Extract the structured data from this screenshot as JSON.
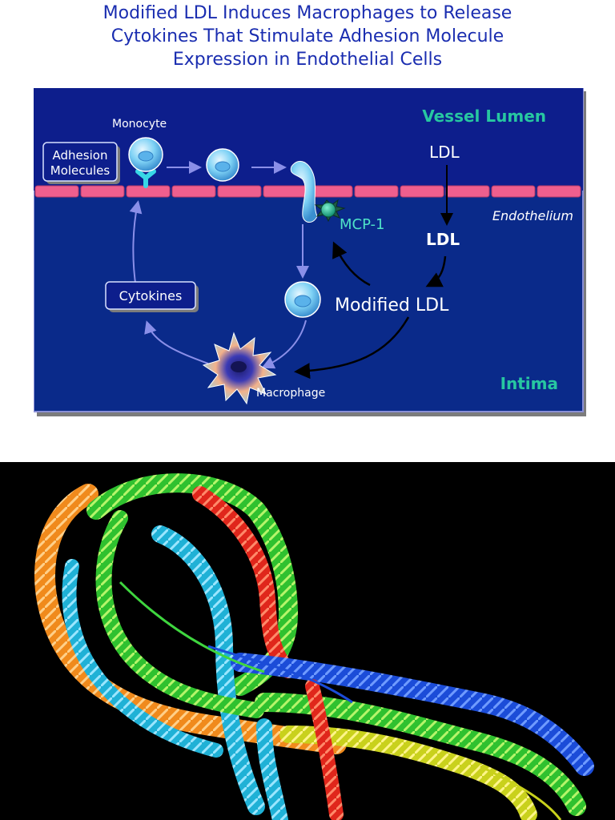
{
  "title": "Modified LDL Induces Macrophages to Release\nCytokines That Stimulate Adhesion Molecule\nExpression in Endothelial Cells",
  "diagram": {
    "region_lumen": "Vessel Lumen",
    "region_intima": "Intima",
    "endothelium_label": "Endothelium",
    "monocyte_label": "Monocyte",
    "adhesion_label_line1": "Adhesion",
    "adhesion_label_line2": "Molecules",
    "ldl_lumen_label": "LDL",
    "ldl_intima_label": "LDL",
    "mcp1_label": "MCP-1",
    "modified_ldl_label": "Modified LDL",
    "cytokines_label": "Cytokines",
    "macrophage_label": "Macrophage"
  },
  "colors": {
    "title": "#1a2db0",
    "lumen_bg": "#0d1e8c",
    "intima_bg": "#0a2a8a",
    "endothelial_cell": "#ee5f8e",
    "region_label": "#27c7a1",
    "mcp1_text": "#4fe3c8",
    "monocyte_fill": "#7fd2f5",
    "adhesion_molecule": "#38d6e6",
    "protein_bg": "#000000"
  },
  "icons": [
    "monocyte-cell-icon",
    "macrophage-icon",
    "mcp1-molecule-icon",
    "adhesion-molecule-icon"
  ]
}
